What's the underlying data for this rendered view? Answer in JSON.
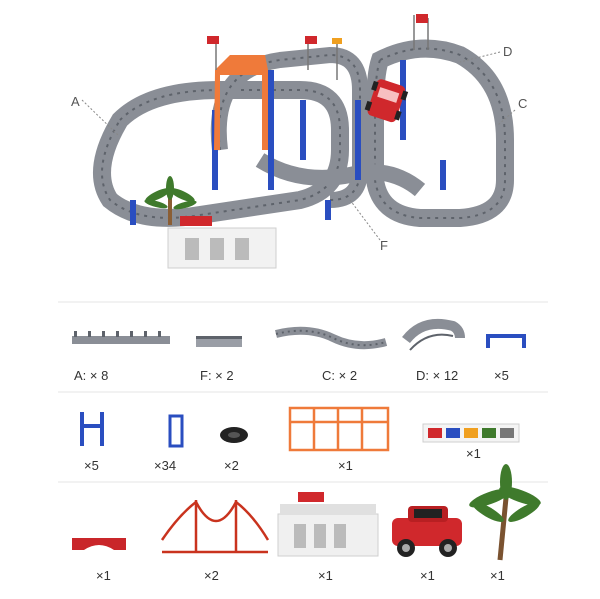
{
  "callouts": {
    "a": "A",
    "c": "C",
    "d": "D",
    "f": "F"
  },
  "parts": {
    "row1": [
      "A: × 8",
      "F: × 2",
      "C: × 2",
      "D: × 12",
      "×5"
    ],
    "row2": [
      "×5",
      "×34",
      "×2",
      "×1",
      "×1"
    ],
    "row3": [
      "×1",
      "×2",
      "×1",
      "×1",
      "×1"
    ]
  },
  "colors": {
    "track": "#8a8e96",
    "track_dark": "#5e636b",
    "support_blue": "#2a4ec0",
    "orange": "#ef7a3a",
    "red": "#d0282c",
    "palm_green": "#3f7a2c",
    "divider": "#e4e4e4"
  },
  "icons": {
    "scene": "race-track-set-image",
    "a": "straight-track-piece",
    "f": "short-track-piece",
    "c": "curved-ramp-track-piece",
    "d": "curve-track-piece",
    "bracket": "blue-bracket-support",
    "pillar": "blue-pillar-support",
    "frame": "blue-frame-connector",
    "tire": "rubber-tire",
    "sprue": "orange-sign-sprue",
    "sticker": "sticker-sheet",
    "palm": "palm-tree",
    "bridge_red": "red-bridge-piece",
    "bridge_orange": "suspension-bridge",
    "station": "gas-station-building",
    "car": "red-toy-car"
  }
}
